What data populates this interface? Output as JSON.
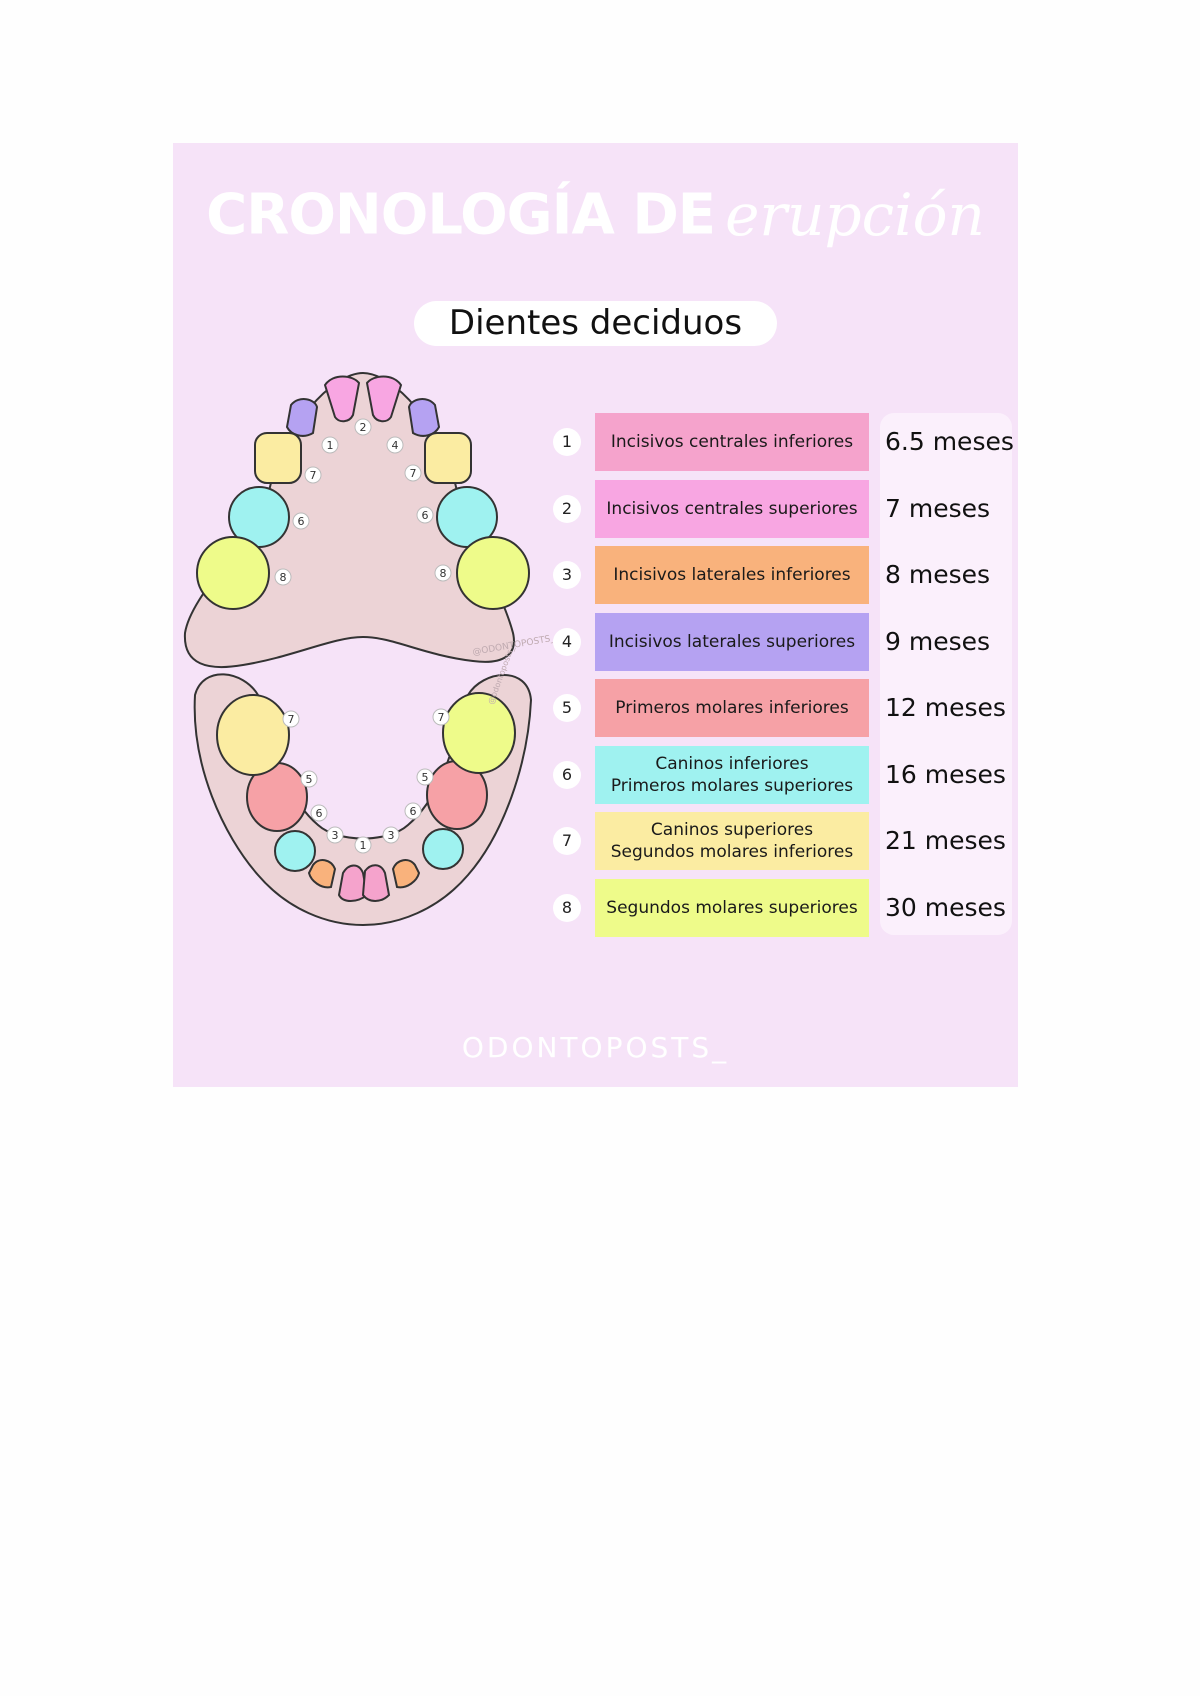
{
  "header": {
    "title_main": "CRONOLOGÍA DE",
    "title_script": "erupción",
    "subtitle": "Dientes deciduos"
  },
  "diagram": {
    "watermark_upper": "@ODONTOPOSTS_",
    "watermark_lower": "@odontoposts_",
    "upper_labels": [
      "1",
      "2",
      "4",
      "7",
      "6",
      "8"
    ],
    "lower_labels": [
      "1",
      "3",
      "6",
      "5",
      "7"
    ]
  },
  "eruption": [
    {
      "num": "1",
      "label": "Incisivos centrales inferiores",
      "months": "6.5 meses",
      "color": "#f5a3cc"
    },
    {
      "num": "2",
      "label": "Incisivos centrales superiores",
      "months": "7 meses",
      "color": "#f8a6e2"
    },
    {
      "num": "3",
      "label": "Incisivos laterales inferiores",
      "months": "8 meses",
      "color": "#f9b27c"
    },
    {
      "num": "4",
      "label": "Incisivos laterales superiores",
      "months": "9 meses",
      "color": "#b5a2f2"
    },
    {
      "num": "5",
      "label": "Primeros molares inferiores",
      "months": "12 meses",
      "color": "#f6a1a6"
    },
    {
      "num": "6",
      "label": "Caninos inferiores\nPrimeros molares superiores",
      "months": "16 meses",
      "color": "#9ff2f0"
    },
    {
      "num": "7",
      "label": "Caninos superiores\nSegundos molares inferiores",
      "months": "21 meses",
      "color": "#fbeca2"
    },
    {
      "num": "8",
      "label": "Segundos molares superiores",
      "months": "30 meses",
      "color": "#eefb8a"
    }
  ],
  "footer": {
    "brand": "ODONTOPOSTS_"
  }
}
